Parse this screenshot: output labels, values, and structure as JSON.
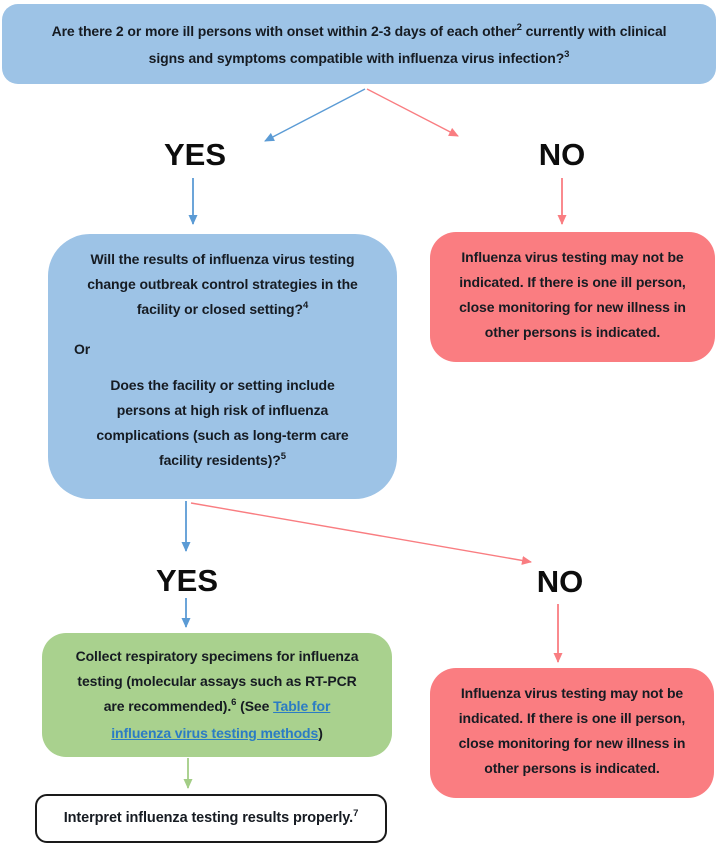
{
  "title": "Influenza testing decision flowchart",
  "colors": {
    "box_blue": "#9DC3E6",
    "box_red": "#FA7D81",
    "box_green": "#A9D18E",
    "box_white": "#FFFFFF",
    "arrow_blue": "#5B9BD5",
    "arrow_red": "#F97D81",
    "arrow_green": "#A3CD86",
    "link_blue": "#2B7CC4",
    "text_dark": "#161B22",
    "label_black": "#0D0D0D"
  },
  "start": {
    "line1_before_sup": "Are there 2 or more ill persons with onset within 2-3 days of each other",
    "line1_sup": "2",
    "line1_after_sup": " currently with clinical",
    "line2_text": "signs and symptoms compatible with influenza virus infection?",
    "line2_sup": "3"
  },
  "branch_top": {
    "yes": "YES",
    "no": "NO"
  },
  "decision": {
    "q1_line1": "Will the results of influenza virus testing",
    "q1_line2": "change outbreak control strategies in the",
    "q1_line3": "facility or closed setting?",
    "q1_sup": "4",
    "or_label": "Or",
    "q2_line1": "Does the facility or setting include",
    "q2_line2": "persons at high risk of influenza",
    "q2_line3": "complications (such as long-term care",
    "q2_line4": "facility residents)?",
    "q2_sup": "5"
  },
  "no_outcome_top": {
    "line1": "Influenza virus testing may not be",
    "line2": "indicated. If there is one ill person,",
    "line3": "close monitoring for new illness in",
    "line4": "other persons is indicated."
  },
  "branch_bottom": {
    "yes": "YES",
    "no": "NO"
  },
  "collect": {
    "line1": "Collect respiratory specimens for influenza",
    "line2": "testing (molecular assays such as RT-PCR",
    "line3_before_sup": "are recommended).",
    "line3_sup": "6",
    "line3_mid": " (See ",
    "link_text_1": "Table for",
    "link_text_2": "influenza virus testing methods",
    "close_paren": ")"
  },
  "no_outcome_bottom": {
    "line1": "Influenza virus testing may not be",
    "line2": "indicated. If there is one ill person,",
    "line3": "close monitoring for new illness in",
    "line4": "other persons is indicated."
  },
  "interpret": {
    "text": "Interpret influenza testing results properly.",
    "sup": "7"
  }
}
